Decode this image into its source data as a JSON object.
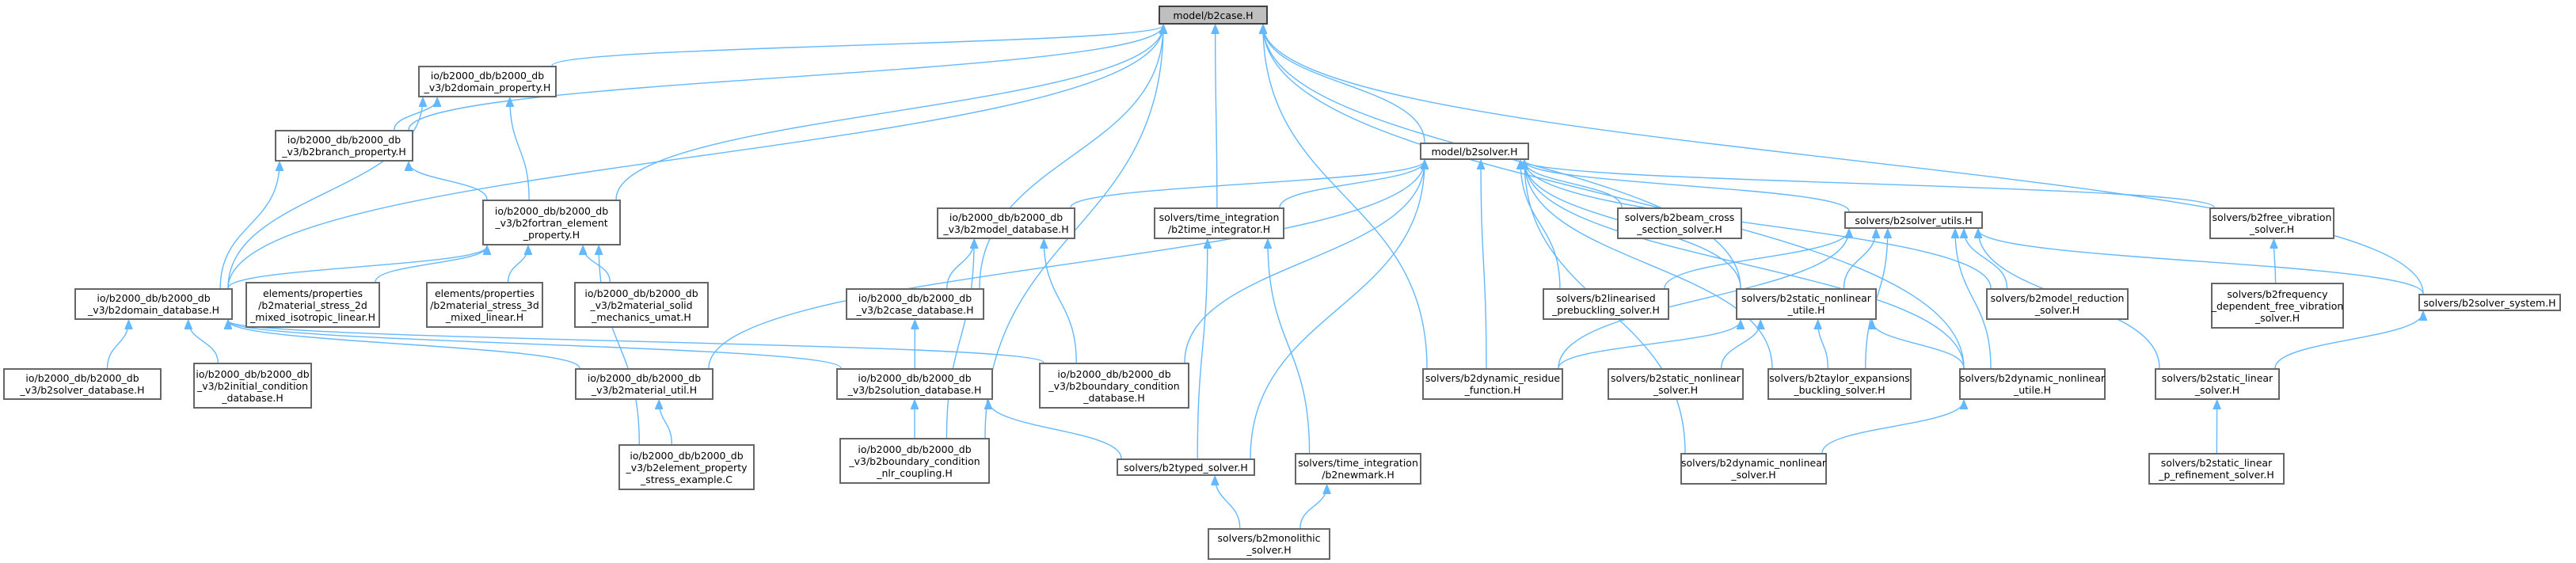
{
  "graph": {
    "title": "",
    "colors": {
      "edge": "#63b8ff",
      "node_border": "#666666",
      "root_fill": "#bfbfbf",
      "node_fill": "#ffffff"
    },
    "root": "n0",
    "nodes": [
      {
        "id": "n0",
        "lines": [
          "model/b2case.H"
        ]
      },
      {
        "id": "n1",
        "lines": [
          "io/b2000_db/b2000_db",
          "_v3/b2domain_property.H"
        ]
      },
      {
        "id": "n2",
        "lines": [
          "io/b2000_db/b2000_db",
          "_v3/b2branch_property.H"
        ]
      },
      {
        "id": "n3",
        "lines": [
          "io/b2000_db/b2000_db",
          "_v3/b2fortran_element",
          "_property.H"
        ]
      },
      {
        "id": "n4",
        "lines": [
          "io/b2000_db/b2000_db",
          "_v3/b2domain_database.H"
        ]
      },
      {
        "id": "n5",
        "lines": [
          "elements/properties",
          "/b2material_stress_2d",
          "_mixed_isotropic_linear.H"
        ]
      },
      {
        "id": "n6",
        "lines": [
          "elements/properties",
          "/b2material_stress_3d",
          "_mixed_linear.H"
        ]
      },
      {
        "id": "n7",
        "lines": [
          "io/b2000_db/b2000_db",
          "_v3/b2material_solid",
          "_mechanics_umat.H"
        ]
      },
      {
        "id": "n8",
        "lines": [
          "io/b2000_db/b2000_db",
          "_v3/b2solver_database.H"
        ]
      },
      {
        "id": "n9",
        "lines": [
          "io/b2000_db/b2000_db",
          "_v3/b2initial_condition",
          "_database.H"
        ]
      },
      {
        "id": "n10",
        "lines": [
          "io/b2000_db/b2000_db",
          "_v3/b2material_util.H"
        ]
      },
      {
        "id": "n11",
        "lines": [
          "io/b2000_db/b2000_db",
          "_v3/b2element_property",
          "_stress_example.C"
        ]
      },
      {
        "id": "n12",
        "lines": [
          "model/b2solver.H"
        ]
      },
      {
        "id": "n13",
        "lines": [
          "io/b2000_db/b2000_db",
          "_v3/b2model_database.H"
        ]
      },
      {
        "id": "n14",
        "lines": [
          "io/b2000_db/b2000_db",
          "_v3/b2case_database.H"
        ]
      },
      {
        "id": "n15",
        "lines": [
          "io/b2000_db/b2000_db",
          "_v3/b2solution_database.H"
        ]
      },
      {
        "id": "n16",
        "lines": [
          "io/b2000_db/b2000_db",
          "_v3/b2boundary_condition",
          "_nlr_coupling.H"
        ]
      },
      {
        "id": "n17",
        "lines": [
          "io/b2000_db/b2000_db",
          "_v3/b2boundary_condition",
          "_database.H"
        ]
      },
      {
        "id": "n18",
        "lines": [
          "solvers/time_integration",
          "/b2time_integrator.H"
        ]
      },
      {
        "id": "n19",
        "lines": [
          "solvers/b2typed_solver.H"
        ]
      },
      {
        "id": "n20",
        "lines": [
          "solvers/time_integration",
          "/b2newmark.H"
        ]
      },
      {
        "id": "n21",
        "lines": [
          "solvers/b2monolithic",
          "_solver.H"
        ]
      },
      {
        "id": "n22",
        "lines": [
          "solvers/b2beam_cross",
          "_section_solver.H"
        ]
      },
      {
        "id": "n23",
        "lines": [
          "solvers/b2solver_utils.H"
        ]
      },
      {
        "id": "n24",
        "lines": [
          "solvers/b2linearised",
          "_prebuckling_solver.H"
        ]
      },
      {
        "id": "n25",
        "lines": [
          "solvers/b2static_nonlinear",
          "_utile.H"
        ]
      },
      {
        "id": "n26",
        "lines": [
          "solvers/b2model_reduction",
          "_solver.H"
        ]
      },
      {
        "id": "n27",
        "lines": [
          "solvers/b2dynamic_residue",
          "_function.H"
        ]
      },
      {
        "id": "n28",
        "lines": [
          "solvers/b2static_nonlinear",
          "_solver.H"
        ]
      },
      {
        "id": "n29",
        "lines": [
          "solvers/b2taylor_expansions",
          "_buckling_solver.H"
        ]
      },
      {
        "id": "n30",
        "lines": [
          "solvers/b2dynamic_nonlinear",
          "_utile.H"
        ]
      },
      {
        "id": "n31",
        "lines": [
          "solvers/b2dynamic_nonlinear",
          "_solver.H"
        ]
      },
      {
        "id": "n32",
        "lines": [
          "solvers/b2free_vibration",
          "_solver.H"
        ]
      },
      {
        "id": "n33",
        "lines": [
          "solvers/b2frequency",
          "_dependent_free_vibration",
          "_solver.H"
        ]
      },
      {
        "id": "n34",
        "lines": [
          "solvers/b2solver_system.H"
        ]
      },
      {
        "id": "n35",
        "lines": [
          "solvers/b2static_linear",
          "_solver.H"
        ]
      },
      {
        "id": "n36",
        "lines": [
          "solvers/b2static_linear",
          "_p_refinement_solver.H"
        ]
      }
    ],
    "edges": [
      [
        "n1",
        "n0"
      ],
      [
        "n2",
        "n0"
      ],
      [
        "n3",
        "n0"
      ],
      [
        "n4",
        "n0"
      ],
      [
        "n12",
        "n0"
      ],
      [
        "n14",
        "n0"
      ],
      [
        "n16",
        "n0"
      ],
      [
        "n18",
        "n0"
      ],
      [
        "n25",
        "n0"
      ],
      [
        "n27",
        "n0"
      ],
      [
        "n30",
        "n0"
      ],
      [
        "n34",
        "n0"
      ],
      [
        "n2",
        "n1"
      ],
      [
        "n3",
        "n1"
      ],
      [
        "n4",
        "n1"
      ],
      [
        "n3",
        "n2"
      ],
      [
        "n4",
        "n2"
      ],
      [
        "n4",
        "n3"
      ],
      [
        "n5",
        "n3"
      ],
      [
        "n6",
        "n3"
      ],
      [
        "n7",
        "n3"
      ],
      [
        "n11",
        "n3"
      ],
      [
        "n8",
        "n4"
      ],
      [
        "n9",
        "n4"
      ],
      [
        "n10",
        "n4"
      ],
      [
        "n15",
        "n4"
      ],
      [
        "n17",
        "n4"
      ],
      [
        "n11",
        "n10"
      ],
      [
        "n10",
        "n12"
      ],
      [
        "n13",
        "n12"
      ],
      [
        "n17",
        "n12"
      ],
      [
        "n18",
        "n12"
      ],
      [
        "n19",
        "n12"
      ],
      [
        "n22",
        "n12"
      ],
      [
        "n23",
        "n12"
      ],
      [
        "n24",
        "n12"
      ],
      [
        "n25",
        "n12"
      ],
      [
        "n26",
        "n12"
      ],
      [
        "n27",
        "n12"
      ],
      [
        "n29",
        "n12"
      ],
      [
        "n30",
        "n12"
      ],
      [
        "n31",
        "n12"
      ],
      [
        "n32",
        "n12"
      ],
      [
        "n14",
        "n13"
      ],
      [
        "n16",
        "n13"
      ],
      [
        "n17",
        "n13"
      ],
      [
        "n15",
        "n14"
      ],
      [
        "n16",
        "n15"
      ],
      [
        "n19",
        "n15"
      ],
      [
        "n19",
        "n18"
      ],
      [
        "n20",
        "n18"
      ],
      [
        "n21",
        "n19"
      ],
      [
        "n21",
        "n20"
      ],
      [
        "n24",
        "n23"
      ],
      [
        "n25",
        "n23"
      ],
      [
        "n26",
        "n23"
      ],
      [
        "n27",
        "n23"
      ],
      [
        "n29",
        "n23"
      ],
      [
        "n30",
        "n23"
      ],
      [
        "n34",
        "n23"
      ],
      [
        "n35",
        "n23"
      ],
      [
        "n27",
        "n25"
      ],
      [
        "n28",
        "n25"
      ],
      [
        "n29",
        "n25"
      ],
      [
        "n30",
        "n25"
      ],
      [
        "n31",
        "n30"
      ],
      [
        "n33",
        "n32"
      ],
      [
        "n35",
        "n34"
      ],
      [
        "n36",
        "n35"
      ]
    ]
  }
}
